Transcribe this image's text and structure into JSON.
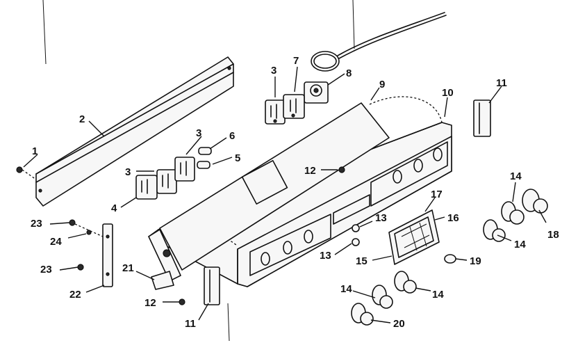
{
  "callouts": [
    {
      "id": "c1",
      "label": "1"
    },
    {
      "id": "c2",
      "label": "2"
    },
    {
      "id": "c3a",
      "label": "3"
    },
    {
      "id": "c3b",
      "label": "3"
    },
    {
      "id": "c3c",
      "label": "3"
    },
    {
      "id": "c4",
      "label": "4"
    },
    {
      "id": "c5",
      "label": "5"
    },
    {
      "id": "c6",
      "label": "6"
    },
    {
      "id": "c7",
      "label": "7"
    },
    {
      "id": "c8",
      "label": "8"
    },
    {
      "id": "c9",
      "label": "9"
    },
    {
      "id": "c10",
      "label": "10"
    },
    {
      "id": "c11a",
      "label": "11"
    },
    {
      "id": "c11b",
      "label": "11"
    },
    {
      "id": "c12a",
      "label": "12"
    },
    {
      "id": "c12b",
      "label": "12"
    },
    {
      "id": "c13a",
      "label": "13"
    },
    {
      "id": "c13b",
      "label": "13"
    },
    {
      "id": "c14a",
      "label": "14"
    },
    {
      "id": "c14b",
      "label": "14"
    },
    {
      "id": "c14c",
      "label": "14"
    },
    {
      "id": "c14d",
      "label": "14"
    },
    {
      "id": "c15",
      "label": "15"
    },
    {
      "id": "c16",
      "label": "16"
    },
    {
      "id": "c17",
      "label": "17"
    },
    {
      "id": "c18",
      "label": "18"
    },
    {
      "id": "c19",
      "label": "19"
    },
    {
      "id": "c20",
      "label": "20"
    },
    {
      "id": "c21",
      "label": "21"
    },
    {
      "id": "c22",
      "label": "22"
    },
    {
      "id": "c23a",
      "label": "23"
    },
    {
      "id": "c23b",
      "label": "23"
    },
    {
      "id": "c24",
      "label": "24"
    }
  ]
}
